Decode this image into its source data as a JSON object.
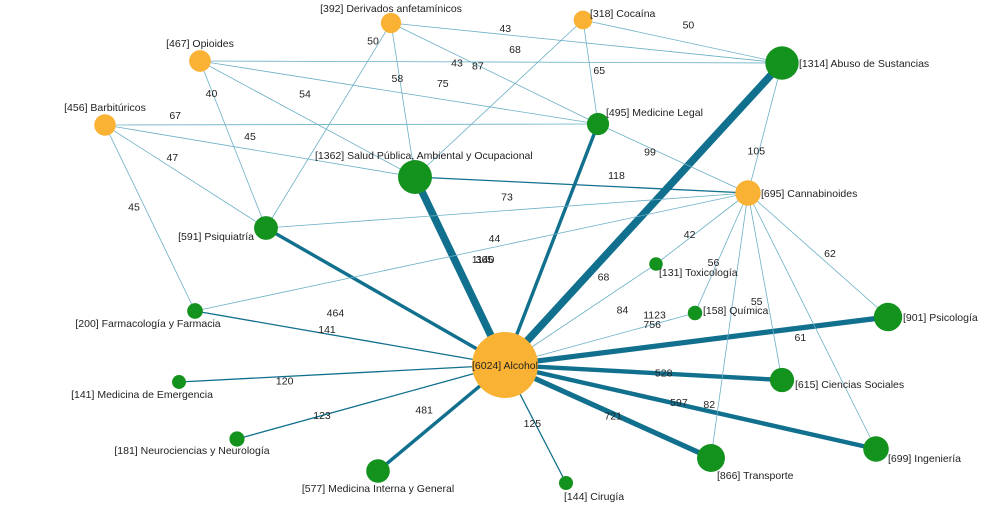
{
  "colors": {
    "substance": "#F9B233",
    "discipline": "#14921E",
    "edge": "#11708E",
    "edge_thin": "#6BB0C6"
  },
  "nodes": [
    {
      "id": "alcohol",
      "label": "[6024] Alcohol",
      "group": "substance",
      "count": 6024
    },
    {
      "id": "abuso",
      "label": "[1314] Abuso de Sustancias",
      "group": "discipline",
      "count": 1314
    },
    {
      "id": "salud",
      "label": "[1362] Salud Pública, Ambiental y Ocupacional",
      "group": "discipline",
      "count": 1362
    },
    {
      "id": "cannabinoides",
      "label": "[695] Cannabinoides",
      "group": "substance",
      "count": 695
    },
    {
      "id": "medlegal",
      "label": "[495] Medicine Legal",
      "group": "discipline",
      "count": 495
    },
    {
      "id": "psiquiatria",
      "label": "[591] Psiquiatría",
      "group": "discipline",
      "count": 591
    },
    {
      "id": "psicologia",
      "label": "[901] Psicología",
      "group": "discipline",
      "count": 901
    },
    {
      "id": "ciencias",
      "label": "[615] Ciencias Sociales",
      "group": "discipline",
      "count": 615
    },
    {
      "id": "ingenieria",
      "label": "[699] Ingeniería",
      "group": "discipline",
      "count": 699
    },
    {
      "id": "transporte",
      "label": "[866] Transporte",
      "group": "discipline",
      "count": 866
    },
    {
      "id": "medinterna",
      "label": "[577] Medicina Interna y General",
      "group": "discipline",
      "count": 577
    },
    {
      "id": "cirugia",
      "label": "[144] Cirugía",
      "group": "discipline",
      "count": 144
    },
    {
      "id": "neuro",
      "label": "[181] Neurociencias y Neurología",
      "group": "discipline",
      "count": 181
    },
    {
      "id": "medemerg",
      "label": "[141] Medicina de Emergencia",
      "group": "discipline",
      "count": 141
    },
    {
      "id": "farmaco",
      "label": "[200] Farmacología y Farmacia",
      "group": "discipline",
      "count": 200
    },
    {
      "id": "toxicologia",
      "label": "[131] Toxicología",
      "group": "discipline",
      "count": 131
    },
    {
      "id": "quimica",
      "label": "[158] Química",
      "group": "discipline",
      "count": 158
    },
    {
      "id": "opioides",
      "label": "[467] Opioides",
      "group": "substance",
      "count": 467
    },
    {
      "id": "derivados",
      "label": "[392] Derivados anfetamínicos",
      "group": "substance",
      "count": 392
    },
    {
      "id": "cocaina",
      "label": "[318] Cocaína",
      "group": "substance",
      "count": 318
    },
    {
      "id": "barbituricos",
      "label": "[456] Barbitúricos",
      "group": "substance",
      "count": 456
    }
  ],
  "edges": [
    {
      "source": "alcohol",
      "target": "abuso",
      "weight": 1123
    },
    {
      "source": "alcohol",
      "target": "salud",
      "weight": 1140
    },
    {
      "source": "alcohol",
      "target": "psiquiatria",
      "weight": 464
    },
    {
      "source": "alcohol",
      "target": "medlegal",
      "weight": 365
    },
    {
      "source": "alcohol",
      "target": "psicologia",
      "weight": 756
    },
    {
      "source": "alcohol",
      "target": "ciencias",
      "weight": 528
    },
    {
      "source": "alcohol",
      "target": "ingenieria",
      "weight": 597
    },
    {
      "source": "alcohol",
      "target": "transporte",
      "weight": 721
    },
    {
      "source": "alcohol",
      "target": "medinterna",
      "weight": 481
    },
    {
      "source": "alcohol",
      "target": "cirugia",
      "weight": 125
    },
    {
      "source": "alcohol",
      "target": "neuro",
      "weight": 123
    },
    {
      "source": "alcohol",
      "target": "medemerg",
      "weight": 120
    },
    {
      "source": "alcohol",
      "target": "farmaco",
      "weight": 141
    },
    {
      "source": "alcohol",
      "target": "toxicologia",
      "weight": 68
    },
    {
      "source": "alcohol",
      "target": "quimica",
      "weight": 84
    },
    {
      "source": "cannabinoides",
      "target": "abuso",
      "weight": 105
    },
    {
      "source": "cannabinoides",
      "target": "salud",
      "weight": 118
    },
    {
      "source": "cannabinoides",
      "target": "medlegal",
      "weight": 99
    },
    {
      "source": "cannabinoides",
      "target": "psiquiatria",
      "weight": 73
    },
    {
      "source": "cannabinoides",
      "target": "farmaco",
      "weight": 44
    },
    {
      "source": "cannabinoides",
      "target": "toxicologia",
      "weight": 42
    },
    {
      "source": "cannabinoides",
      "target": "quimica",
      "weight": 56
    },
    {
      "source": "cannabinoides",
      "target": "transporte",
      "weight": 82
    },
    {
      "source": "cannabinoides",
      "target": "ciencias",
      "weight": 55
    },
    {
      "source": "cannabinoides",
      "target": "ingenieria",
      "weight": 61
    },
    {
      "source": "cannabinoides",
      "target": "psicologia",
      "weight": 62
    },
    {
      "source": "derivados",
      "target": "abuso",
      "weight": 43
    },
    {
      "source": "derivados",
      "target": "psiquiatria",
      "weight": 50
    },
    {
      "source": "derivados",
      "target": "salud",
      "weight": 58
    },
    {
      "source": "derivados",
      "target": "medlegal",
      "weight": 87
    },
    {
      "source": "cocaina",
      "target": "abuso",
      "weight": 50
    },
    {
      "source": "cocaina",
      "target": "medlegal",
      "weight": 65
    },
    {
      "source": "cocaina",
      "target": "salud",
      "weight": 43
    },
    {
      "source": "opioides",
      "target": "abuso",
      "weight": 68
    },
    {
      "source": "opioides",
      "target": "medlegal",
      "weight": 75
    },
    {
      "source": "opioides",
      "target": "salud",
      "weight": 54
    },
    {
      "source": "opioides",
      "target": "psiquiatria",
      "weight": 40
    },
    {
      "source": "barbituricos",
      "target": "medlegal",
      "weight": 67
    },
    {
      "source": "barbituricos",
      "target": "salud",
      "weight": 45
    },
    {
      "source": "barbituricos",
      "target": "psiquiatria",
      "weight": 47
    },
    {
      "source": "barbituricos",
      "target": "farmaco",
      "weight": 45
    }
  ]
}
